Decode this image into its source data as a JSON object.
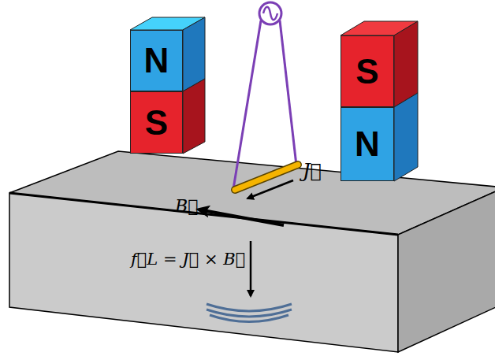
{
  "diagram": {
    "nodes": [
      {
        "text": [
          "N"
        ]
      },
      {
        "text": [
          "S"
        ]
      },
      {
        "text": [
          "S"
        ]
      },
      {
        "text": [
          "N"
        ]
      }
    ],
    "labels": [
      "J⃗",
      "B⃗",
      "f⃗L = J⃗ × B⃗"
    ]
  }
}
